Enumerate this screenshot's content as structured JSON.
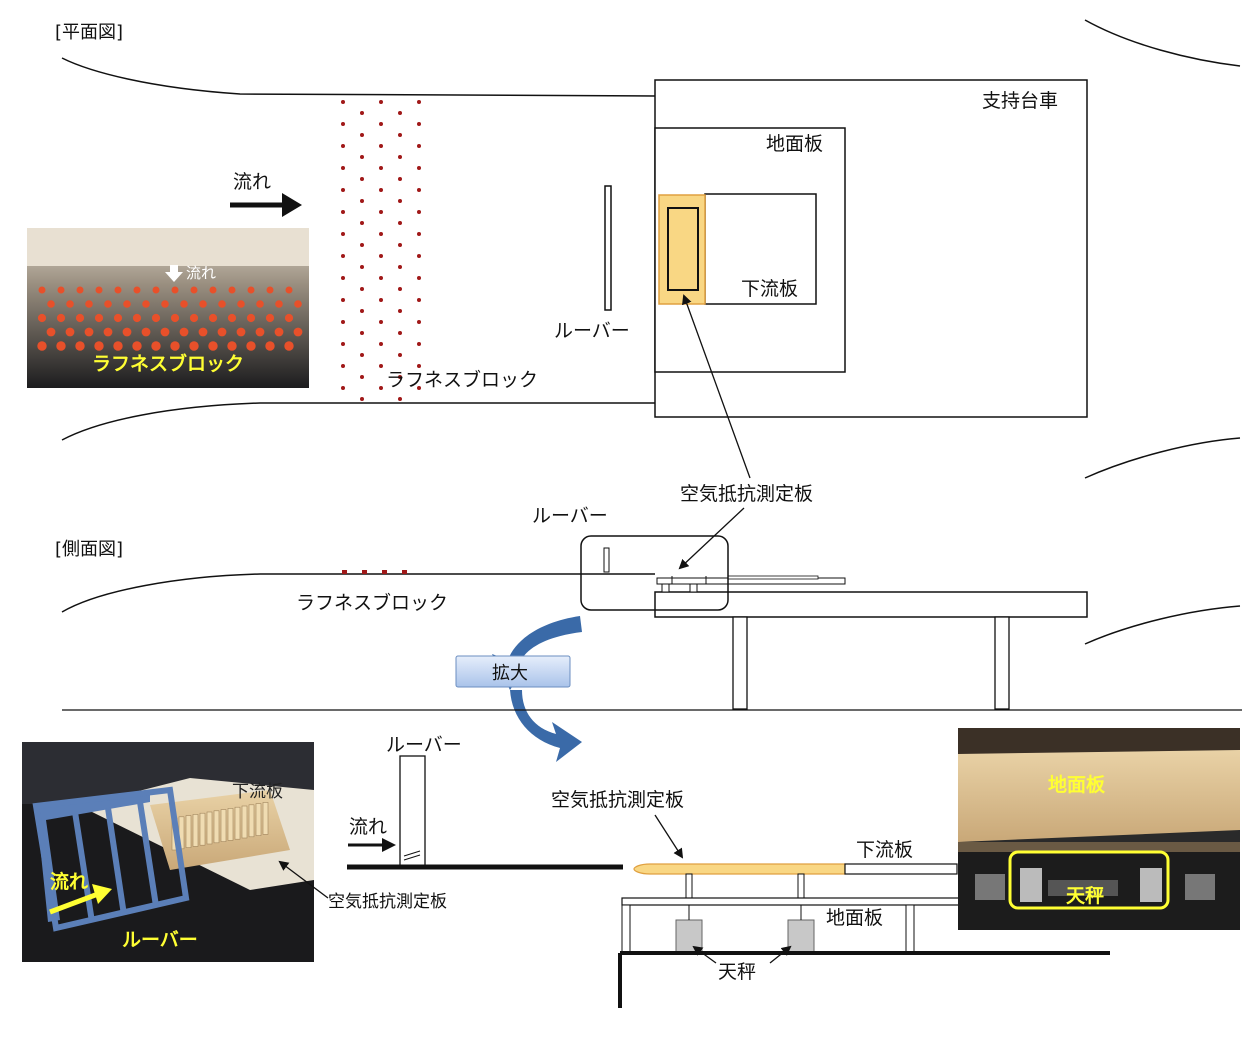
{
  "labels": {
    "plan_view": "[平面図]",
    "side_view": "[側面図]",
    "support_cart": "支持台車",
    "ground_plate": "地面板",
    "downstream_plate": "下流板",
    "louver": "ルーバー",
    "roughness_block": "ラフネスブロック",
    "flow": "流れ",
    "drag_plate": "空気抵抗測定板",
    "balance": "天秤",
    "enlarge": "拡大"
  },
  "colors": {
    "drag_plate_fill": "#f9d784",
    "drag_plate_stroke": "#e0a040",
    "roughness_dot": "#a01818",
    "arrow_blue": "#3a6aa8",
    "highlight_yellow": "#ffff33",
    "balance_gray": "#c8c8c8"
  }
}
